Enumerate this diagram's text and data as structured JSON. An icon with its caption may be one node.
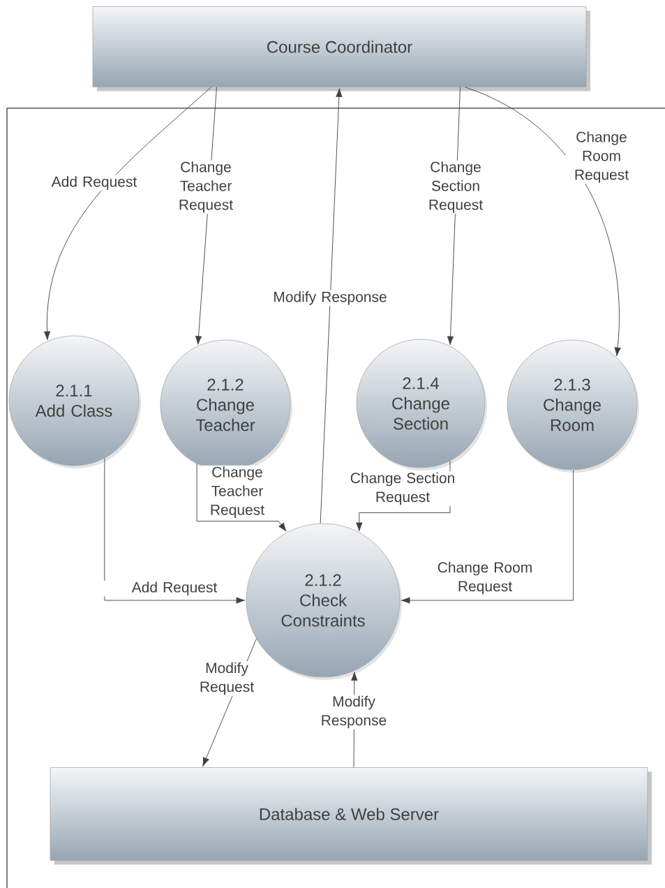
{
  "diagram": {
    "nodes": [
      {
        "text": [
          "Course Coordinator"
        ]
      },
      {
        "text": [
          "2.1.1",
          "Add Class"
        ]
      },
      {
        "text": [
          "2.1.2",
          "Change Teacher"
        ]
      },
      {
        "text": [
          "2.1.4",
          "Change Section"
        ]
      },
      {
        "text": [
          "2.1.3",
          "Change Room"
        ]
      },
      {
        "text": [
          "2.1.2",
          "Check Constraints"
        ]
      },
      {
        "text": [
          "Database & Web Server"
        ]
      }
    ],
    "edges": [
      {
        "from": 0,
        "to": 1,
        "arrow": "to",
        "label": "Add Request"
      },
      {
        "from": 0,
        "to": 2,
        "arrow": "to",
        "label": "Change Teacher Request"
      },
      {
        "from": 5,
        "to": 0,
        "arrow": "to",
        "label": "Modify Response"
      },
      {
        "from": 0,
        "to": 3,
        "arrow": "to",
        "label": "Change Section Request"
      },
      {
        "from": 0,
        "to": 4,
        "arrow": "to",
        "label": "Change Room Request"
      },
      {
        "from": 1,
        "to": 5,
        "arrow": "to",
        "label": "Add Request"
      },
      {
        "from": 2,
        "to": 5,
        "arrow": "to",
        "label": "Change Teacher Request"
      },
      {
        "from": 3,
        "to": 5,
        "arrow": "to",
        "label": "Change Section Request"
      },
      {
        "from": 4,
        "to": 5,
        "arrow": "to",
        "label": "Change Room Request"
      },
      {
        "from": 5,
        "to": 6,
        "arrow": "to",
        "label": "Modify Request"
      },
      {
        "from": 6,
        "to": 5,
        "arrow": "to",
        "label": "Modify Response"
      }
    ]
  }
}
